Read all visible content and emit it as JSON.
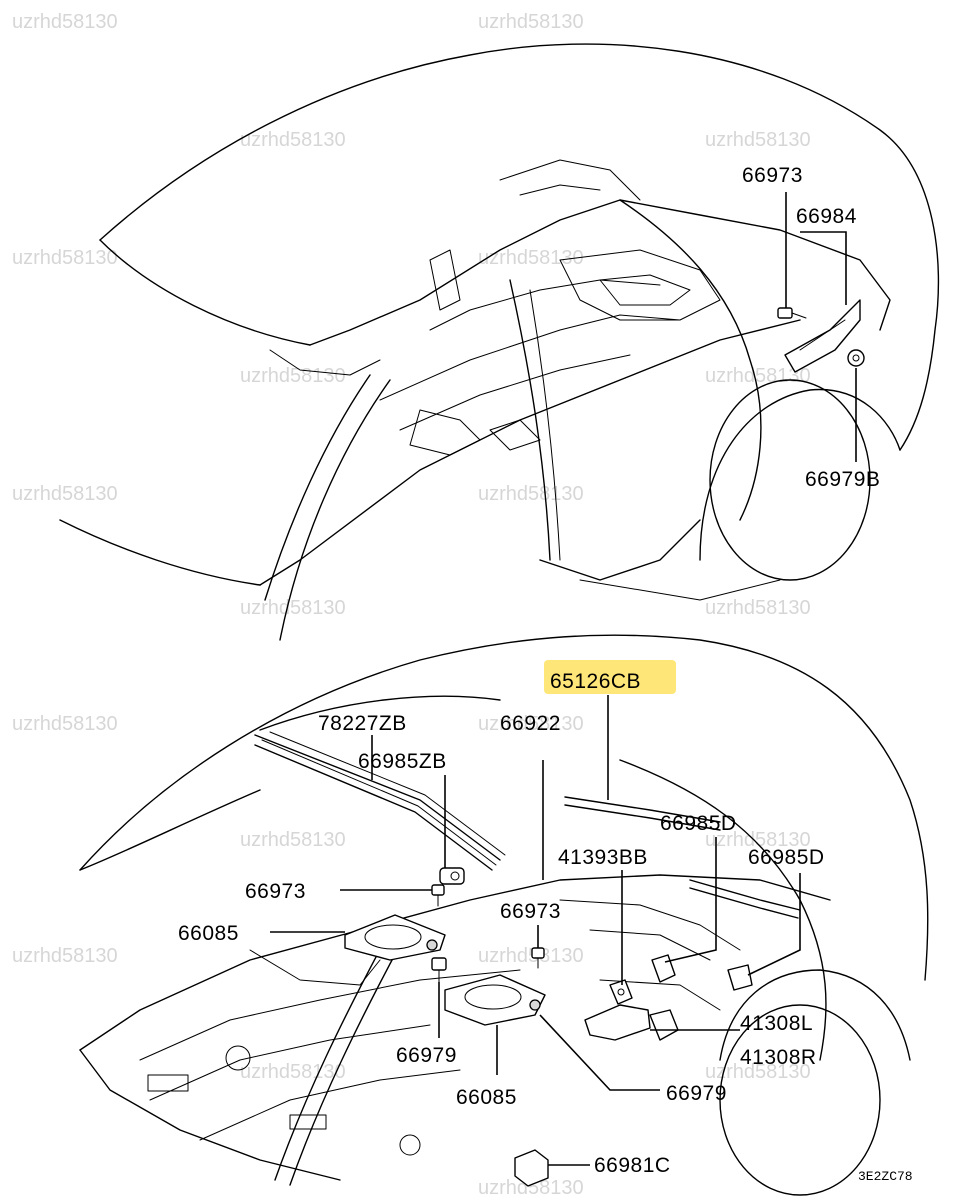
{
  "watermark": "uzrhd58130",
  "diagram_code": "3E2ZC78",
  "colors": {
    "highlight": "#ffe36a",
    "watermark": "#c9c9c9",
    "ink": "#000000"
  },
  "labels": {
    "top_66973": "66973",
    "top_66984": "66984",
    "top_66979B": "66979B",
    "p65126CB": "65126CB",
    "p78227ZB": "78227ZB",
    "p66922": "66922",
    "p66985ZB": "66985ZB",
    "p66985D_a": "66985D",
    "p66985D_b": "66985D",
    "p41393BB": "41393BB",
    "p66973_left": "66973",
    "p66973_mid": "66973",
    "p66085_left": "66085",
    "p66085_bottom": "66085",
    "p66979_left": "66979",
    "p66979_right": "66979",
    "p41308L": "41308L",
    "p41308R": "41308R",
    "p66981C": "66981C"
  }
}
